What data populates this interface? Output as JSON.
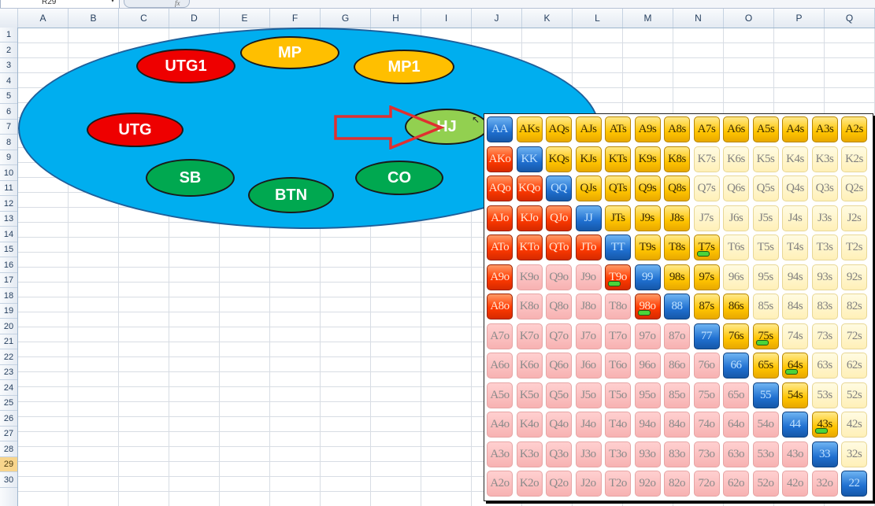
{
  "namebox": {
    "value": "R29"
  },
  "formula_bar": {
    "fx_label": "fx"
  },
  "columns": [
    "A",
    "B",
    "C",
    "D",
    "E",
    "F",
    "G",
    "H",
    "I",
    "J",
    "K",
    "L",
    "M",
    "N",
    "O",
    "P",
    "Q"
  ],
  "rows": [
    "1",
    "2",
    "3",
    "4",
    "5",
    "6",
    "7",
    "8",
    "9",
    "10",
    "11",
    "12",
    "13",
    "14",
    "15",
    "16",
    "17",
    "18",
    "19",
    "20",
    "21",
    "22",
    "23",
    "24",
    "25",
    "26",
    "27",
    "28",
    "29",
    "30"
  ],
  "active_row": "29",
  "colors": {
    "red": "#ee0000",
    "yellow": "#ffbf00",
    "green": "#00a850",
    "lime": "#92d050",
    "table": "#00aeef",
    "arrow": "#e03030"
  },
  "seats": [
    {
      "label": "UTG1",
      "color": "red"
    },
    {
      "label": "MP",
      "color": "yellow"
    },
    {
      "label": "MP1",
      "color": "yellow"
    },
    {
      "label": "UTG",
      "color": "red"
    },
    {
      "label": "HJ",
      "color": "lime"
    },
    {
      "label": "SB",
      "color": "green"
    },
    {
      "label": "BTN",
      "color": "green"
    },
    {
      "label": "CO",
      "color": "green"
    }
  ],
  "range_grid": [
    [
      {
        "h": "AA",
        "c": "p"
      },
      {
        "h": "AKs",
        "c": "s"
      },
      {
        "h": "AQs",
        "c": "s"
      },
      {
        "h": "AJs",
        "c": "s"
      },
      {
        "h": "ATs",
        "c": "s"
      },
      {
        "h": "A9s",
        "c": "s"
      },
      {
        "h": "A8s",
        "c": "s"
      },
      {
        "h": "A7s",
        "c": "s"
      },
      {
        "h": "A6s",
        "c": "s"
      },
      {
        "h": "A5s",
        "c": "s"
      },
      {
        "h": "A4s",
        "c": "s"
      },
      {
        "h": "A3s",
        "c": "s"
      },
      {
        "h": "A2s",
        "c": "s"
      }
    ],
    [
      {
        "h": "AKo",
        "c": "r"
      },
      {
        "h": "KK",
        "c": "p"
      },
      {
        "h": "KQs",
        "c": "s"
      },
      {
        "h": "KJs",
        "c": "s"
      },
      {
        "h": "KTs",
        "c": "s"
      },
      {
        "h": "K9s",
        "c": "s"
      },
      {
        "h": "K8s",
        "c": "s"
      },
      {
        "h": "K7s",
        "c": "u"
      },
      {
        "h": "K6s",
        "c": "u"
      },
      {
        "h": "K5s",
        "c": "u"
      },
      {
        "h": "K4s",
        "c": "u"
      },
      {
        "h": "K3s",
        "c": "u"
      },
      {
        "h": "K2s",
        "c": "u"
      }
    ],
    [
      {
        "h": "AQo",
        "c": "r"
      },
      {
        "h": "KQo",
        "c": "r"
      },
      {
        "h": "QQ",
        "c": "p"
      },
      {
        "h": "QJs",
        "c": "s"
      },
      {
        "h": "QTs",
        "c": "s"
      },
      {
        "h": "Q9s",
        "c": "s"
      },
      {
        "h": "Q8s",
        "c": "s"
      },
      {
        "h": "Q7s",
        "c": "u"
      },
      {
        "h": "Q6s",
        "c": "u"
      },
      {
        "h": "Q5s",
        "c": "u"
      },
      {
        "h": "Q4s",
        "c": "u"
      },
      {
        "h": "Q3s",
        "c": "u"
      },
      {
        "h": "Q2s",
        "c": "u"
      }
    ],
    [
      {
        "h": "AJo",
        "c": "r"
      },
      {
        "h": "KJo",
        "c": "r"
      },
      {
        "h": "QJo",
        "c": "r"
      },
      {
        "h": "JJ",
        "c": "p"
      },
      {
        "h": "JTs",
        "c": "s"
      },
      {
        "h": "J9s",
        "c": "s"
      },
      {
        "h": "J8s",
        "c": "s"
      },
      {
        "h": "J7s",
        "c": "u"
      },
      {
        "h": "J6s",
        "c": "u"
      },
      {
        "h": "J5s",
        "c": "u"
      },
      {
        "h": "J4s",
        "c": "u"
      },
      {
        "h": "J3s",
        "c": "u"
      },
      {
        "h": "J2s",
        "c": "u"
      }
    ],
    [
      {
        "h": "ATo",
        "c": "r"
      },
      {
        "h": "KTo",
        "c": "r"
      },
      {
        "h": "QTo",
        "c": "r"
      },
      {
        "h": "JTo",
        "c": "r"
      },
      {
        "h": "TT",
        "c": "p"
      },
      {
        "h": "T9s",
        "c": "s"
      },
      {
        "h": "T8s",
        "c": "s"
      },
      {
        "h": "T7s",
        "c": "s",
        "m": 1
      },
      {
        "h": "T6s",
        "c": "u"
      },
      {
        "h": "T5s",
        "c": "u"
      },
      {
        "h": "T4s",
        "c": "u"
      },
      {
        "h": "T3s",
        "c": "u"
      },
      {
        "h": "T2s",
        "c": "u"
      }
    ],
    [
      {
        "h": "A9o",
        "c": "r"
      },
      {
        "h": "K9o",
        "c": "o"
      },
      {
        "h": "Q9o",
        "c": "o"
      },
      {
        "h": "J9o",
        "c": "o"
      },
      {
        "h": "T9o",
        "c": "r",
        "m": 1
      },
      {
        "h": "99",
        "c": "p"
      },
      {
        "h": "98s",
        "c": "s"
      },
      {
        "h": "97s",
        "c": "s"
      },
      {
        "h": "96s",
        "c": "u"
      },
      {
        "h": "95s",
        "c": "u"
      },
      {
        "h": "94s",
        "c": "u"
      },
      {
        "h": "93s",
        "c": "u"
      },
      {
        "h": "92s",
        "c": "u"
      }
    ],
    [
      {
        "h": "A8o",
        "c": "r"
      },
      {
        "h": "K8o",
        "c": "o"
      },
      {
        "h": "Q8o",
        "c": "o"
      },
      {
        "h": "J8o",
        "c": "o"
      },
      {
        "h": "T8o",
        "c": "o"
      },
      {
        "h": "98o",
        "c": "r",
        "m": 1
      },
      {
        "h": "88",
        "c": "p"
      },
      {
        "h": "87s",
        "c": "s"
      },
      {
        "h": "86s",
        "c": "s"
      },
      {
        "h": "85s",
        "c": "u"
      },
      {
        "h": "84s",
        "c": "u"
      },
      {
        "h": "83s",
        "c": "u"
      },
      {
        "h": "82s",
        "c": "u"
      }
    ],
    [
      {
        "h": "A7o",
        "c": "o"
      },
      {
        "h": "K7o",
        "c": "o"
      },
      {
        "h": "Q7o",
        "c": "o"
      },
      {
        "h": "J7o",
        "c": "o"
      },
      {
        "h": "T7o",
        "c": "o"
      },
      {
        "h": "97o",
        "c": "o"
      },
      {
        "h": "87o",
        "c": "o"
      },
      {
        "h": "77",
        "c": "p"
      },
      {
        "h": "76s",
        "c": "s"
      },
      {
        "h": "75s",
        "c": "s",
        "m": 1
      },
      {
        "h": "74s",
        "c": "u"
      },
      {
        "h": "73s",
        "c": "u"
      },
      {
        "h": "72s",
        "c": "u"
      }
    ],
    [
      {
        "h": "A6o",
        "c": "o"
      },
      {
        "h": "K6o",
        "c": "o"
      },
      {
        "h": "Q6o",
        "c": "o"
      },
      {
        "h": "J6o",
        "c": "o"
      },
      {
        "h": "T6o",
        "c": "o"
      },
      {
        "h": "96o",
        "c": "o"
      },
      {
        "h": "86o",
        "c": "o"
      },
      {
        "h": "76o",
        "c": "o"
      },
      {
        "h": "66",
        "c": "p"
      },
      {
        "h": "65s",
        "c": "s"
      },
      {
        "h": "64s",
        "c": "s",
        "m": 1
      },
      {
        "h": "63s",
        "c": "u"
      },
      {
        "h": "62s",
        "c": "u"
      }
    ],
    [
      {
        "h": "A5o",
        "c": "o"
      },
      {
        "h": "K5o",
        "c": "o"
      },
      {
        "h": "Q5o",
        "c": "o"
      },
      {
        "h": "J5o",
        "c": "o"
      },
      {
        "h": "T5o",
        "c": "o"
      },
      {
        "h": "95o",
        "c": "o"
      },
      {
        "h": "85o",
        "c": "o"
      },
      {
        "h": "75o",
        "c": "o"
      },
      {
        "h": "65o",
        "c": "o"
      },
      {
        "h": "55",
        "c": "p"
      },
      {
        "h": "54s",
        "c": "s"
      },
      {
        "h": "53s",
        "c": "u"
      },
      {
        "h": "52s",
        "c": "u"
      }
    ],
    [
      {
        "h": "A4o",
        "c": "o"
      },
      {
        "h": "K4o",
        "c": "o"
      },
      {
        "h": "Q4o",
        "c": "o"
      },
      {
        "h": "J4o",
        "c": "o"
      },
      {
        "h": "T4o",
        "c": "o"
      },
      {
        "h": "94o",
        "c": "o"
      },
      {
        "h": "84o",
        "c": "o"
      },
      {
        "h": "74o",
        "c": "o"
      },
      {
        "h": "64o",
        "c": "o"
      },
      {
        "h": "54o",
        "c": "o"
      },
      {
        "h": "44",
        "c": "p"
      },
      {
        "h": "43s",
        "c": "s",
        "m": 1
      },
      {
        "h": "42s",
        "c": "u"
      }
    ],
    [
      {
        "h": "A3o",
        "c": "o"
      },
      {
        "h": "K3o",
        "c": "o"
      },
      {
        "h": "Q3o",
        "c": "o"
      },
      {
        "h": "J3o",
        "c": "o"
      },
      {
        "h": "T3o",
        "c": "o"
      },
      {
        "h": "93o",
        "c": "o"
      },
      {
        "h": "83o",
        "c": "o"
      },
      {
        "h": "73o",
        "c": "o"
      },
      {
        "h": "63o",
        "c": "o"
      },
      {
        "h": "53o",
        "c": "o"
      },
      {
        "h": "43o",
        "c": "o"
      },
      {
        "h": "33",
        "c": "p"
      },
      {
        "h": "32s",
        "c": "u"
      }
    ],
    [
      {
        "h": "A2o",
        "c": "o"
      },
      {
        "h": "K2o",
        "c": "o"
      },
      {
        "h": "Q2o",
        "c": "o"
      },
      {
        "h": "J2o",
        "c": "o"
      },
      {
        "h": "T2o",
        "c": "o"
      },
      {
        "h": "92o",
        "c": "o"
      },
      {
        "h": "82o",
        "c": "o"
      },
      {
        "h": "72o",
        "c": "o"
      },
      {
        "h": "62o",
        "c": "o"
      },
      {
        "h": "52o",
        "c": "o"
      },
      {
        "h": "42o",
        "c": "o"
      },
      {
        "h": "32o",
        "c": "o"
      },
      {
        "h": "22",
        "c": "p"
      }
    ]
  ]
}
